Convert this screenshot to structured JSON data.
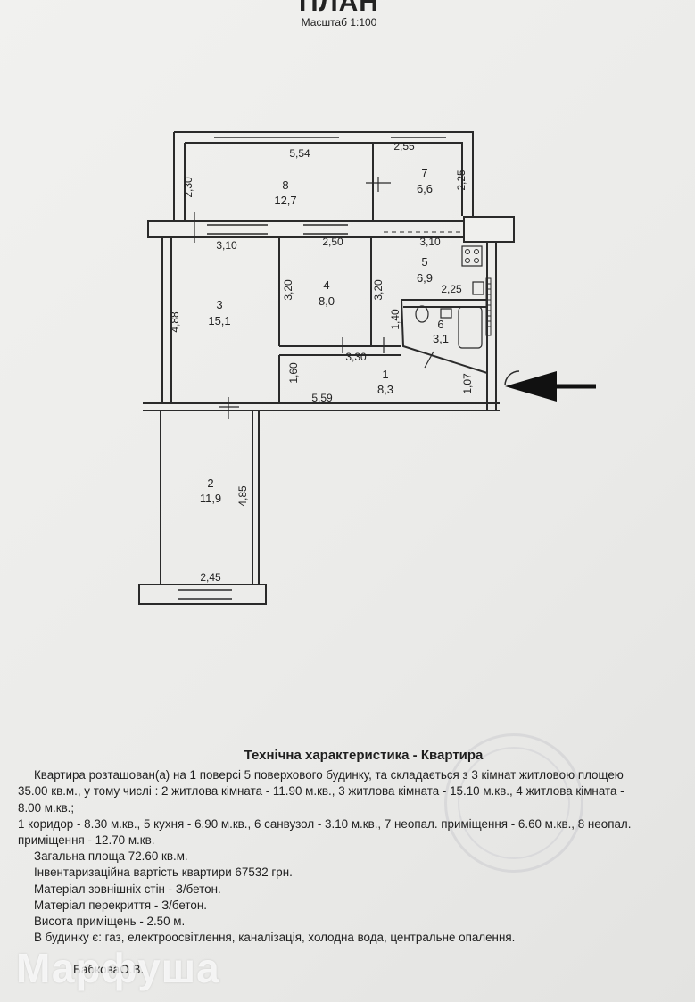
{
  "header": {
    "title": "ПЛАН",
    "scale": "Масштаб 1:100"
  },
  "rooms": [
    {
      "number": "1",
      "area": "8,3"
    },
    {
      "number": "2",
      "area": "11,9"
    },
    {
      "number": "3",
      "area": "15,1"
    },
    {
      "number": "4",
      "area": "8,0"
    },
    {
      "number": "5",
      "area": "6,9"
    },
    {
      "number": "6",
      "area": "3,1"
    },
    {
      "number": "7",
      "area": "6,6"
    },
    {
      "number": "8",
      "area": "12,7"
    }
  ],
  "dimensions": {
    "d554": "5,54",
    "d255": "2,55",
    "d230": "2,30",
    "d225v": "2,25",
    "d310a": "3,10",
    "d250": "2,50",
    "d310b": "3,10",
    "d225h": "2,25",
    "d488": "4,88",
    "d320a": "3,20",
    "d320b": "3,20",
    "d140": "1,40",
    "d330": "3,30",
    "d160": "1,60",
    "d559": "5,59",
    "d107": "1,07",
    "d485": "4,85",
    "d245": "2,45"
  },
  "tech": {
    "title": "Технічна характеристика - Квартира",
    "line1": "Квартира розташован(а) на 1 поверсі 5 поверхового будинку, та складається з 3 кімнат житловою площею",
    "line2": "35.00 кв.м., у тому числі : 2 житлова кімната - 11.90 м.кв., 3 житлова кімната - 15.10 м.кв., 4 житлова кімната -",
    "line3": "8.00 м.кв.;",
    "line4": "1 коридор - 8.30 м.кв., 5 кухня - 6.90 м.кв., 6 санвузол - 3.10 м.кв., 7 неопал. приміщення - 6.60 м.кв., 8 неопал.",
    "line5": "приміщення - 12.70 м.кв.",
    "total": "Загальна площа 72.60 кв.м.",
    "cost": "Інвентаризаційна вартість квартири 67532 грн.",
    "walls": "Матеріал зовнішніх стін - З/бетон.",
    "ceiling": "Матеріал перекриття - З/бетон.",
    "height": "Висота приміщень - 2.50 м.",
    "utilities": "В будинку є: газ, електроосвітлення, каналізація, холодна вода, центральне опалення."
  },
  "signer": "БабковаО.В.",
  "watermark": "Марфуша"
}
